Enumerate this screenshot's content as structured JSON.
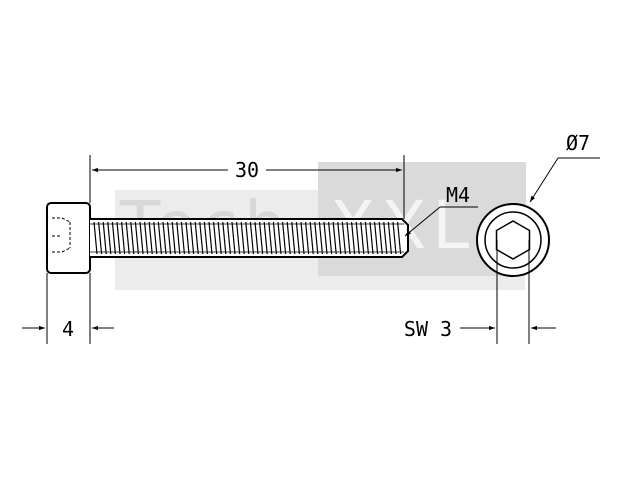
{
  "drawing": {
    "dimensions": {
      "length": "30",
      "head_height": "4",
      "thread": "M4",
      "head_diameter": "Ø7",
      "hex_socket": "SW 3"
    },
    "watermark": {
      "text_left": "Tech",
      "text_right": "XXL"
    },
    "colors": {
      "line": "#000000",
      "watermark_gray": "#dadada",
      "watermark_text": "#e8e8e8"
    }
  }
}
